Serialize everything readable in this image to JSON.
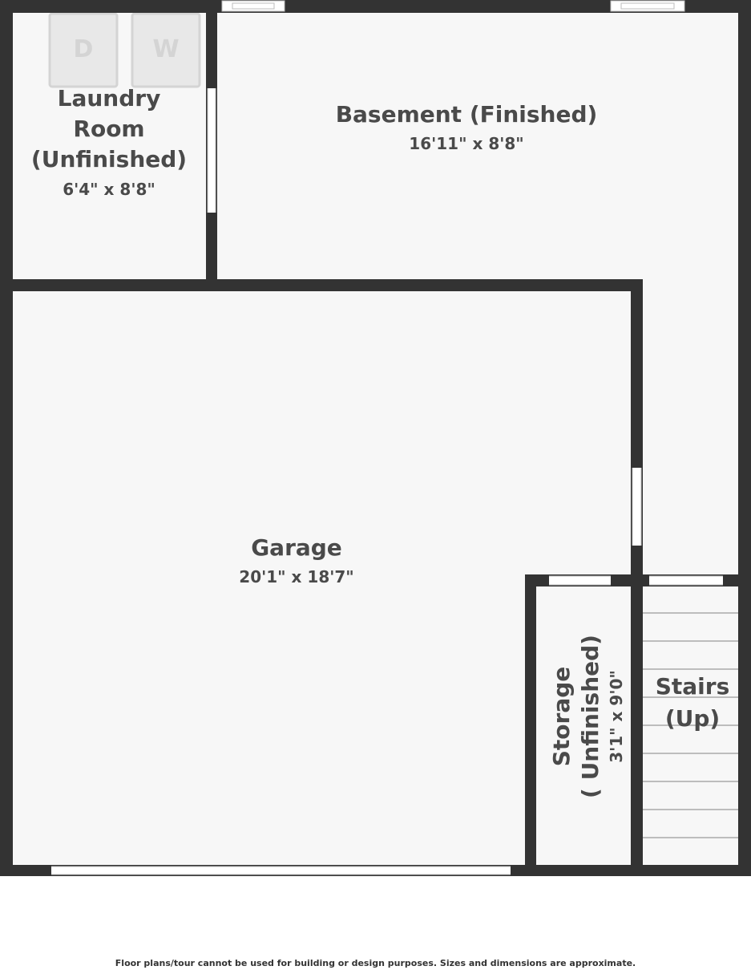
{
  "rooms": {
    "laundry": {
      "name_lines": [
        "Laundry",
        "Room",
        "(Unfinished)"
      ],
      "dimensions": "6'4\" x 8'8\""
    },
    "basement": {
      "name": "Basement (Finished)",
      "dimensions": "16'11\" x 8'8\""
    },
    "garage": {
      "name": "Garage",
      "dimensions": "20'1\" x 18'7\""
    },
    "storage": {
      "name_lines": [
        "Storage",
        "( Unfinished)"
      ],
      "dimensions": "3'1\" x 9'0\""
    },
    "stairs": {
      "name_lines": [
        "Stairs",
        "(Up)"
      ]
    }
  },
  "appliances": {
    "dryer": "D",
    "washer": "W"
  },
  "disclaimer": "Floor plans/tour cannot be used for building or design purposes. Sizes and dimensions are approximate.",
  "colors": {
    "wall": "#333333",
    "floor": "#f7f7f7",
    "text": "#4a4a4a",
    "appliance": "#d4d4d4"
  }
}
